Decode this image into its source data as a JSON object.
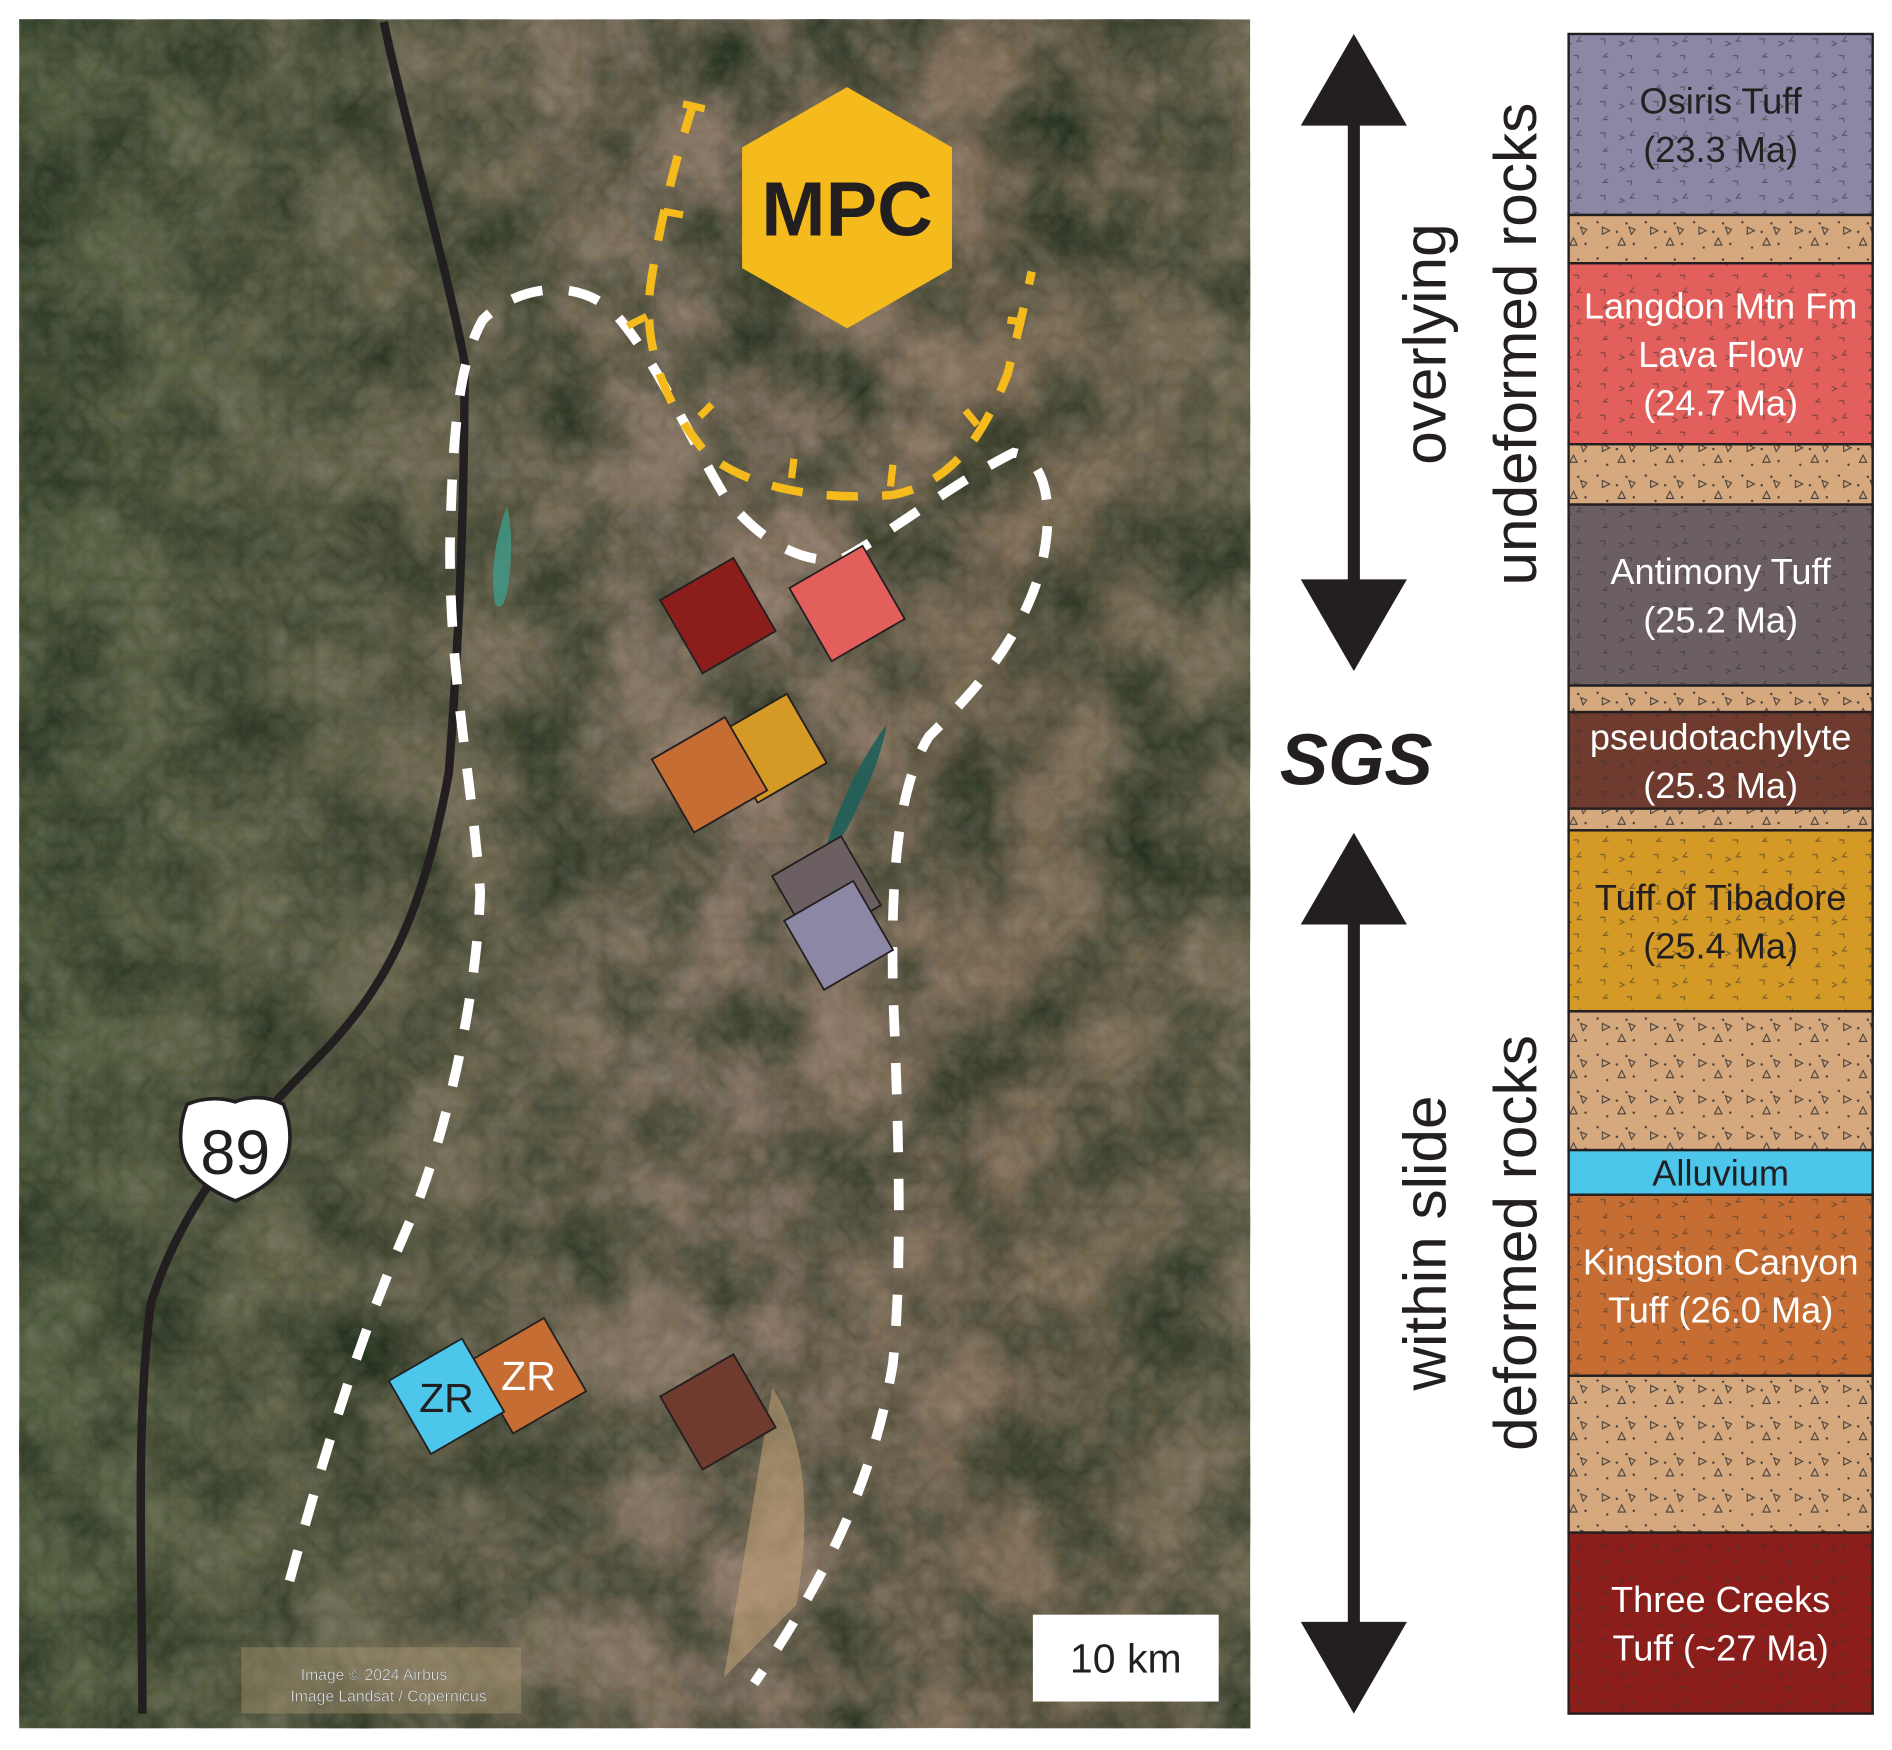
{
  "map": {
    "hexagon_label": "MPC",
    "highway_label": "89",
    "site_labels": [
      "ZR",
      "ZR"
    ],
    "scale_bar": "10 km",
    "attribution": [
      "Image © 2024 Airbus",
      "Image Landsat / Copernicus"
    ],
    "colors": {
      "hexagon": "#f5bb1c",
      "outline": "#ffffff",
      "caldera": "#f5bb1c",
      "road": "#231f20"
    }
  },
  "arrows": {
    "upper": {
      "line1": "overlying",
      "line2": "undeformed rocks"
    },
    "center_label": "SGS",
    "lower": {
      "line1": "within slide",
      "line2": "deformed rocks"
    }
  },
  "column": {
    "layers": [
      {
        "name": "Osiris Tuff",
        "age": "(23.3 Ma)",
        "color": "#8b87a4",
        "text": "#231f20"
      },
      {
        "name": "",
        "age": "",
        "color": "#d5a87e",
        "text": "#231f20"
      },
      {
        "name": "Langdon Mtn Fm",
        "name2": "Lava Flow",
        "age": "(24.7 Ma)",
        "color": "#e25f5b",
        "text": "#ffffff"
      },
      {
        "name": "",
        "age": "",
        "color": "#d5a87e",
        "text": "#231f20"
      },
      {
        "name": "Antimony Tuff",
        "age": "(25.2 Ma)",
        "color": "#6b5f61",
        "text": "#ffffff"
      },
      {
        "name": "",
        "age": "",
        "color": "#d5a87e",
        "text": "#231f20"
      },
      {
        "name": "pseudotachylyte",
        "age": "(25.3 Ma)",
        "color": "#6e3b2e",
        "text": "#ffffff"
      },
      {
        "name": "",
        "age": "",
        "color": "#d5a87e",
        "text": "#231f20"
      },
      {
        "name": "Tuff of Tibadore",
        "age": "(25.4 Ma)",
        "color": "#d49a25",
        "text": "#231f20"
      },
      {
        "name": "",
        "age": "",
        "color": "#d5a87e",
        "text": "#231f20"
      },
      {
        "name": "Alluvium",
        "age": "",
        "color": "#4cc6ea",
        "text": "#231f20"
      },
      {
        "name": "Kingston Canyon",
        "name2": "Tuff (26.0 Ma)",
        "age": "",
        "color": "#c66d33",
        "text": "#ffffff"
      },
      {
        "name": "",
        "age": "",
        "color": "#d5a87e",
        "text": "#231f20"
      },
      {
        "name": "Three Creeks",
        "name2": "Tuff (~27 Ma)",
        "age": "",
        "color": "#8b1e1a",
        "text": "#ffffff"
      }
    ]
  }
}
